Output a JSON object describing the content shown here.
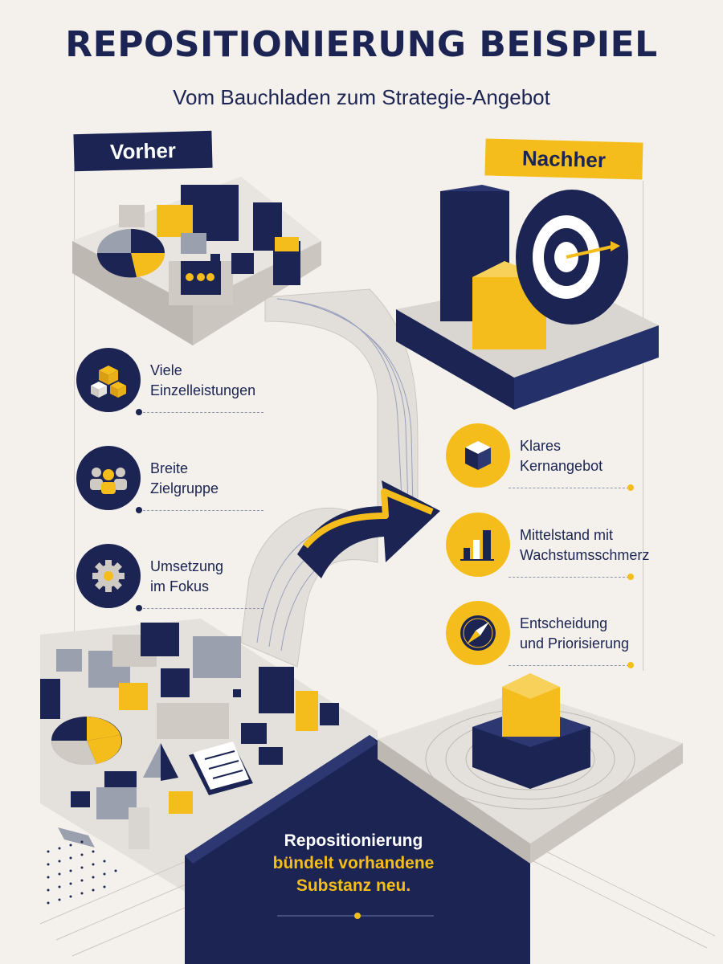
{
  "header": {
    "title": "REPOSITIONIERUNG BEISPIEL",
    "subtitle": "Vom Bauchladen zum Strategie-Angebot"
  },
  "before": {
    "tag": "Vorher",
    "items": [
      {
        "icon": "cubes-icon",
        "line1": "Viele",
        "line2": "Einzelleistungen"
      },
      {
        "icon": "people-group-icon",
        "line1": "Breite",
        "line2": "Zielgruppe"
      },
      {
        "icon": "gear-icon",
        "line1": "Umsetzung",
        "line2": "im Fokus"
      }
    ]
  },
  "after": {
    "tag": "Nachher",
    "items": [
      {
        "icon": "cube-icon",
        "line1": "Klares",
        "line2": "Kernangebot"
      },
      {
        "icon": "bar-chart-icon",
        "line1": "Mittelstand mit",
        "line2": "Wachstumsschmerz"
      },
      {
        "icon": "compass-icon",
        "line1": "Entscheidung",
        "line2": "und Priorisierung"
      }
    ]
  },
  "conclusion": {
    "line1": "Repositionierung",
    "line2": "bündelt vorhandene",
    "line3": "Substanz neu."
  },
  "colors": {
    "navy": "#1b2452",
    "yellow": "#f4bd1c",
    "grey": "#9aa0ad",
    "light_grey": "#d9d6d1",
    "background": "#f4f1ec"
  }
}
